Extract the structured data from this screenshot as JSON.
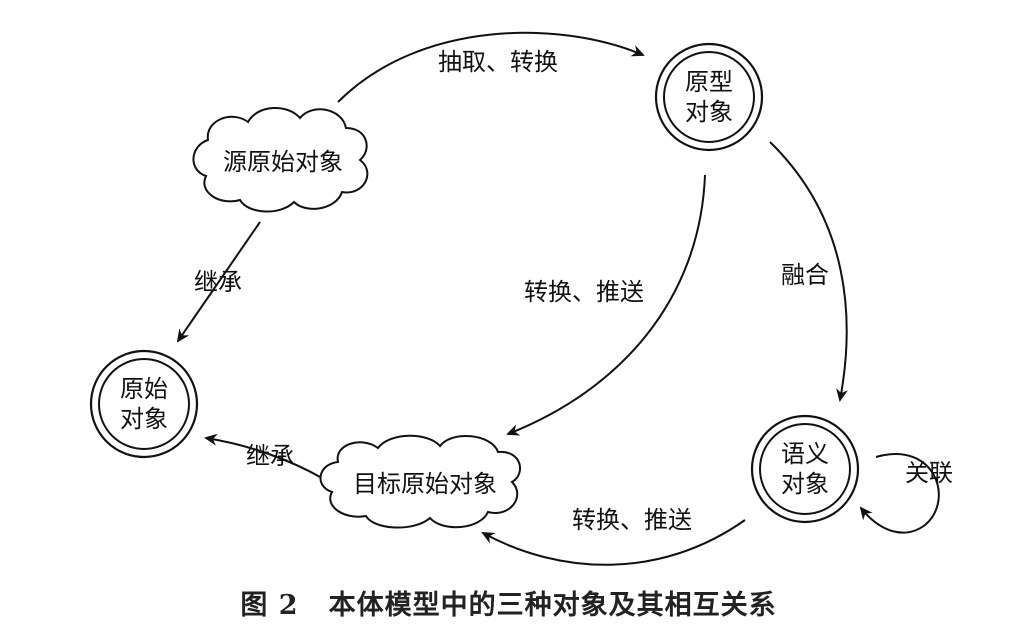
{
  "nodes": {
    "prototype": "原型\n对象",
    "source_raw": "源原始对象",
    "raw": "原始\n对象",
    "target_raw": "目标原始对象",
    "semantic": "语义\n对象"
  },
  "edges": {
    "extract_convert": "抽取、转换",
    "fuse": "融合",
    "convert_push_1": "转换、推送",
    "inherit_1": "继承",
    "inherit_2": "继承",
    "convert_push_2": "转换、推送",
    "associate": "关联"
  },
  "caption": {
    "figure_number": "图 2",
    "title": "本体模型中的三种对象及其相互关系"
  }
}
